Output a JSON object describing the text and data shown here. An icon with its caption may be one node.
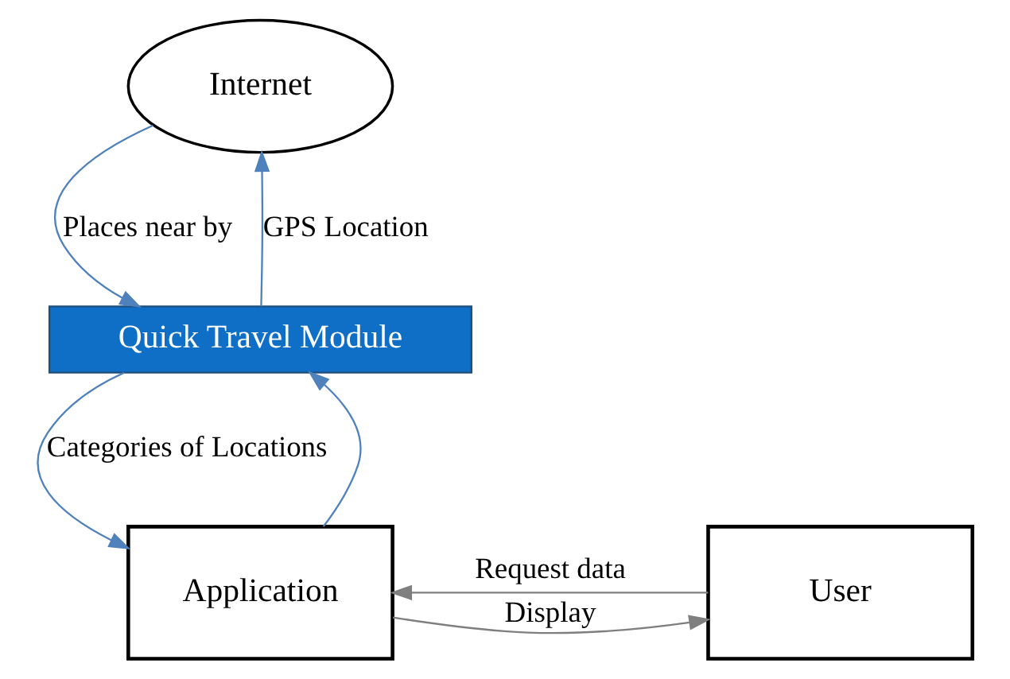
{
  "diagram": {
    "nodes": [
      {
        "text": [
          "Internet"
        ]
      },
      {
        "text": [
          "Quick Travel Module"
        ]
      },
      {
        "text": [
          "User"
        ]
      },
      {
        "text": [
          "Application"
        ]
      }
    ],
    "edges": [
      {
        "from": 0,
        "to": 1,
        "arrow": "to",
        "label": "Places near by"
      },
      {
        "from": 1,
        "to": 0,
        "arrow": "to",
        "label": "GPS Location"
      },
      {
        "from": 1,
        "to": 3,
        "arrow": "to",
        "label": "Categories of Locations"
      },
      {
        "from": 3,
        "to": 1,
        "arrow": "to"
      },
      {
        "from": 2,
        "to": 3,
        "arrow": "to",
        "label": "Request data",
        "color": "#7f7f7f"
      },
      {
        "from": 3,
        "to": 2,
        "arrow": "to",
        "label": "Display",
        "color": "#7f7f7f"
      }
    ]
  }
}
